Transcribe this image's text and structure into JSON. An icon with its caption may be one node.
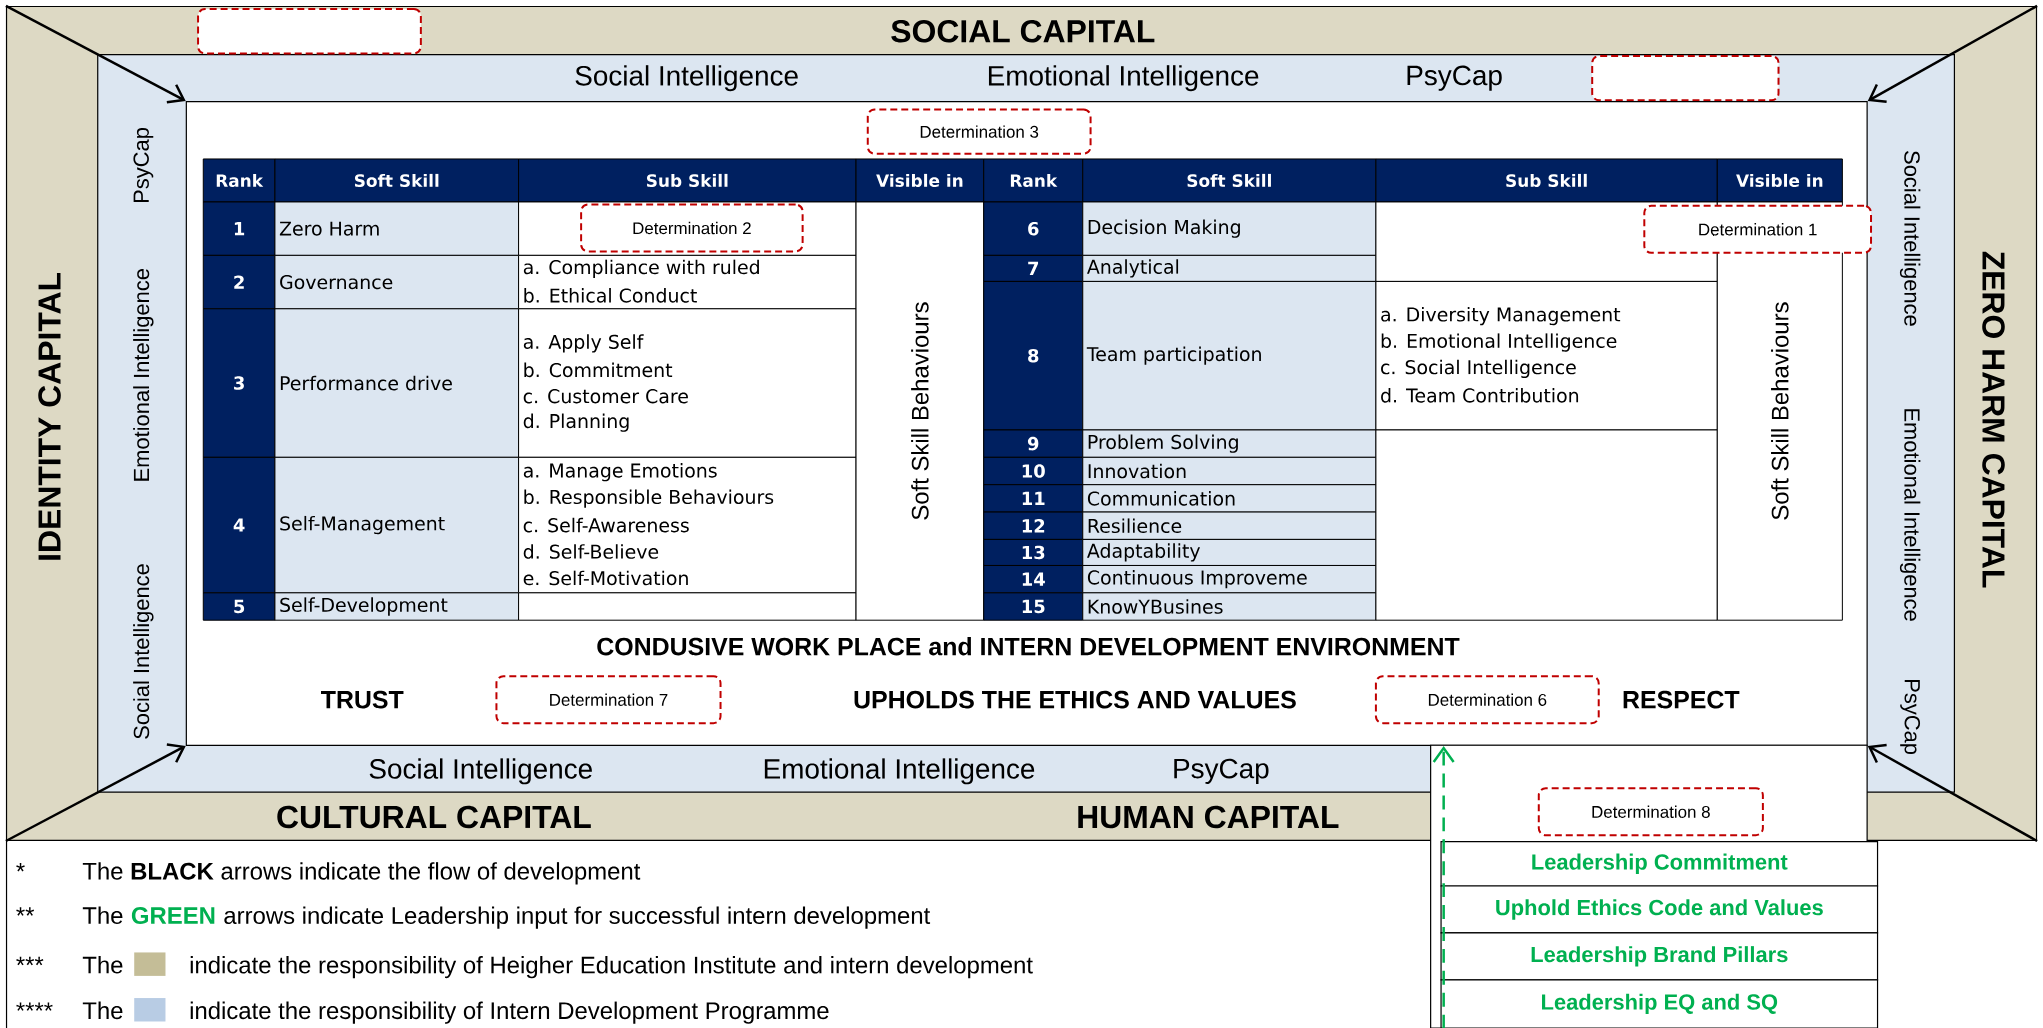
{
  "diagram": {
    "nodes": [
      {
        "text": [
          "SOCIAL CAPITAL",
          "IDENTITY CAPITAL",
          "ZERO HARM CAPITAL",
          "CULTURAL CAPITAL",
          "HUMAN CAPITAL"
        ]
      },
      {
        "text": [
          "Social Intelligence",
          "Emotional Intelligence",
          "PsyCap",
          "Social Intelligence",
          "Emotional Intelligence",
          "PsyCap",
          "Social Intelligence",
          "Emotional Intelligence",
          "PsyCap",
          "PsyCap",
          "Emotional Intelligence",
          "Social Intelligence"
        ],
        "in": 0
      },
      {
        "text": [],
        "shape": "box",
        "in": 0
      },
      {
        "text": [],
        "shape": "box",
        "in": 1
      },
      {
        "text": [
          "CONDUSIVE WORK PLACE and INTERN DEVELOPMENT ENVIRONMENT",
          "TRUST",
          "UPHOLDS THE ETHICS AND VALUES",
          "RESPECT"
        ],
        "in": 1
      },
      {
        "text": [
          "Determination 3"
        ],
        "in": 4
      },
      {
        "text": [
          "Determination 2"
        ],
        "in": 4
      },
      {
        "text": [
          "Determination 1"
        ],
        "in": 4
      },
      {
        "text": [
          "Determination 7"
        ],
        "in": 4
      },
      {
        "text": [
          "Determination 6"
        ],
        "in": 4
      },
      {
        "text": [],
        "shape": "box"
      },
      {
        "text": [
          "Determination 8"
        ]
      },
      {
        "text": [
          "Leadership Commitment"
        ],
        "in": 10
      },
      {
        "text": [
          "Uphold Ethics Code and Values"
        ],
        "in": 10
      },
      {
        "text": [
          "Leadership Brand Pillars"
        ],
        "in": 10
      },
      {
        "text": [
          "Leadership EQ and SQ"
        ],
        "in": 10
      }
    ],
    "edges": [
      {
        "from": 0,
        "to": 4,
        "arrow": "to"
      },
      {
        "from": 0,
        "to": 4,
        "arrow": "to"
      },
      {
        "from": 0,
        "to": 4,
        "arrow": "to"
      },
      {
        "from": 0,
        "to": 4,
        "arrow": "to"
      },
      {
        "from": 15,
        "to": 4,
        "arrow": "to",
        "style": "dashed",
        "color": "#00b050"
      }
    ],
    "labels": [
      "Rank",
      "Soft Skill",
      "Sub Skill",
      "Visible in",
      "1",
      "Zero Harm",
      "2",
      "Governance",
      "a. Compliance with ruled",
      "b. Ethical Conduct",
      "3",
      "Performance drive",
      "a. Apply Self",
      "b. Commitment",
      "c. Customer Care",
      "d. Planning",
      "4",
      "Self-Management",
      "a. Manage Emotions",
      "b. Responsible Behaviours",
      "c. Self-Awareness",
      "d. Self-Believe",
      "e. Self-Motivation",
      "5",
      "Self-Development",
      "Soft Skill Behaviours",
      "Rank",
      "Soft Skill",
      "Sub Skill",
      "Visible in",
      "6",
      "Decision Making",
      "7",
      "Analytical",
      "8",
      "Team participation",
      "a. Diversity Management",
      "b. Emotional Intelligence",
      "c. Social Intelligence",
      "d. Team Contribution",
      "9",
      "Problem Solving",
      "10",
      "Innovation",
      "11",
      "Communication",
      "12",
      "Resilience",
      "13",
      "Adaptability",
      "14",
      "Continuous Improveme",
      "15",
      "KnowYBusines",
      "Soft Skill Behaviours",
      "*",
      "The **BLACK** arrows indicate the flow of development",
      "**",
      "The",
      "GREEN",
      "arrows indicate Leadership input for successful intern development",
      "***",
      "The",
      "****",
      "The"
    ],
    "legend": [
      {
        "text": "indicate the responsibility of Heigher Education Institute and intern development",
        "color": "#c4bd97"
      },
      {
        "text": "indicate the responsibility of Intern Development Programme",
        "color": "#b8cce4"
      }
    ]
  }
}
